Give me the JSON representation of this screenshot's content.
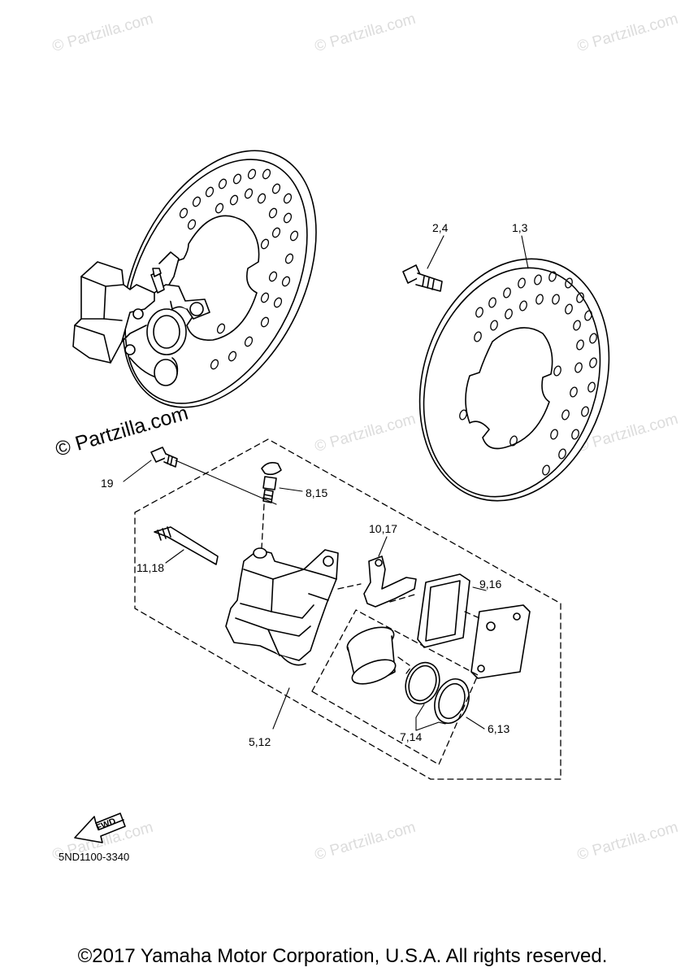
{
  "watermark": {
    "text": "© Partzilla.com",
    "prominent_text": "© Partzilla.com"
  },
  "callouts": {
    "c_2_4": "2,4",
    "c_1_3": "1,3",
    "c_19": "19",
    "c_8_15": "8,15",
    "c_10_17": "10,17",
    "c_11_18": "11,18",
    "c_9_16": "9,16",
    "c_5_12": "5,12",
    "c_7_14": "7,14",
    "c_6_13": "6,13"
  },
  "fwd_label": "FWD",
  "diagram_code": "5ND1100-3340",
  "copyright": "©2017 Yamaha Motor Corporation, U.S.A. All rights reserved."
}
